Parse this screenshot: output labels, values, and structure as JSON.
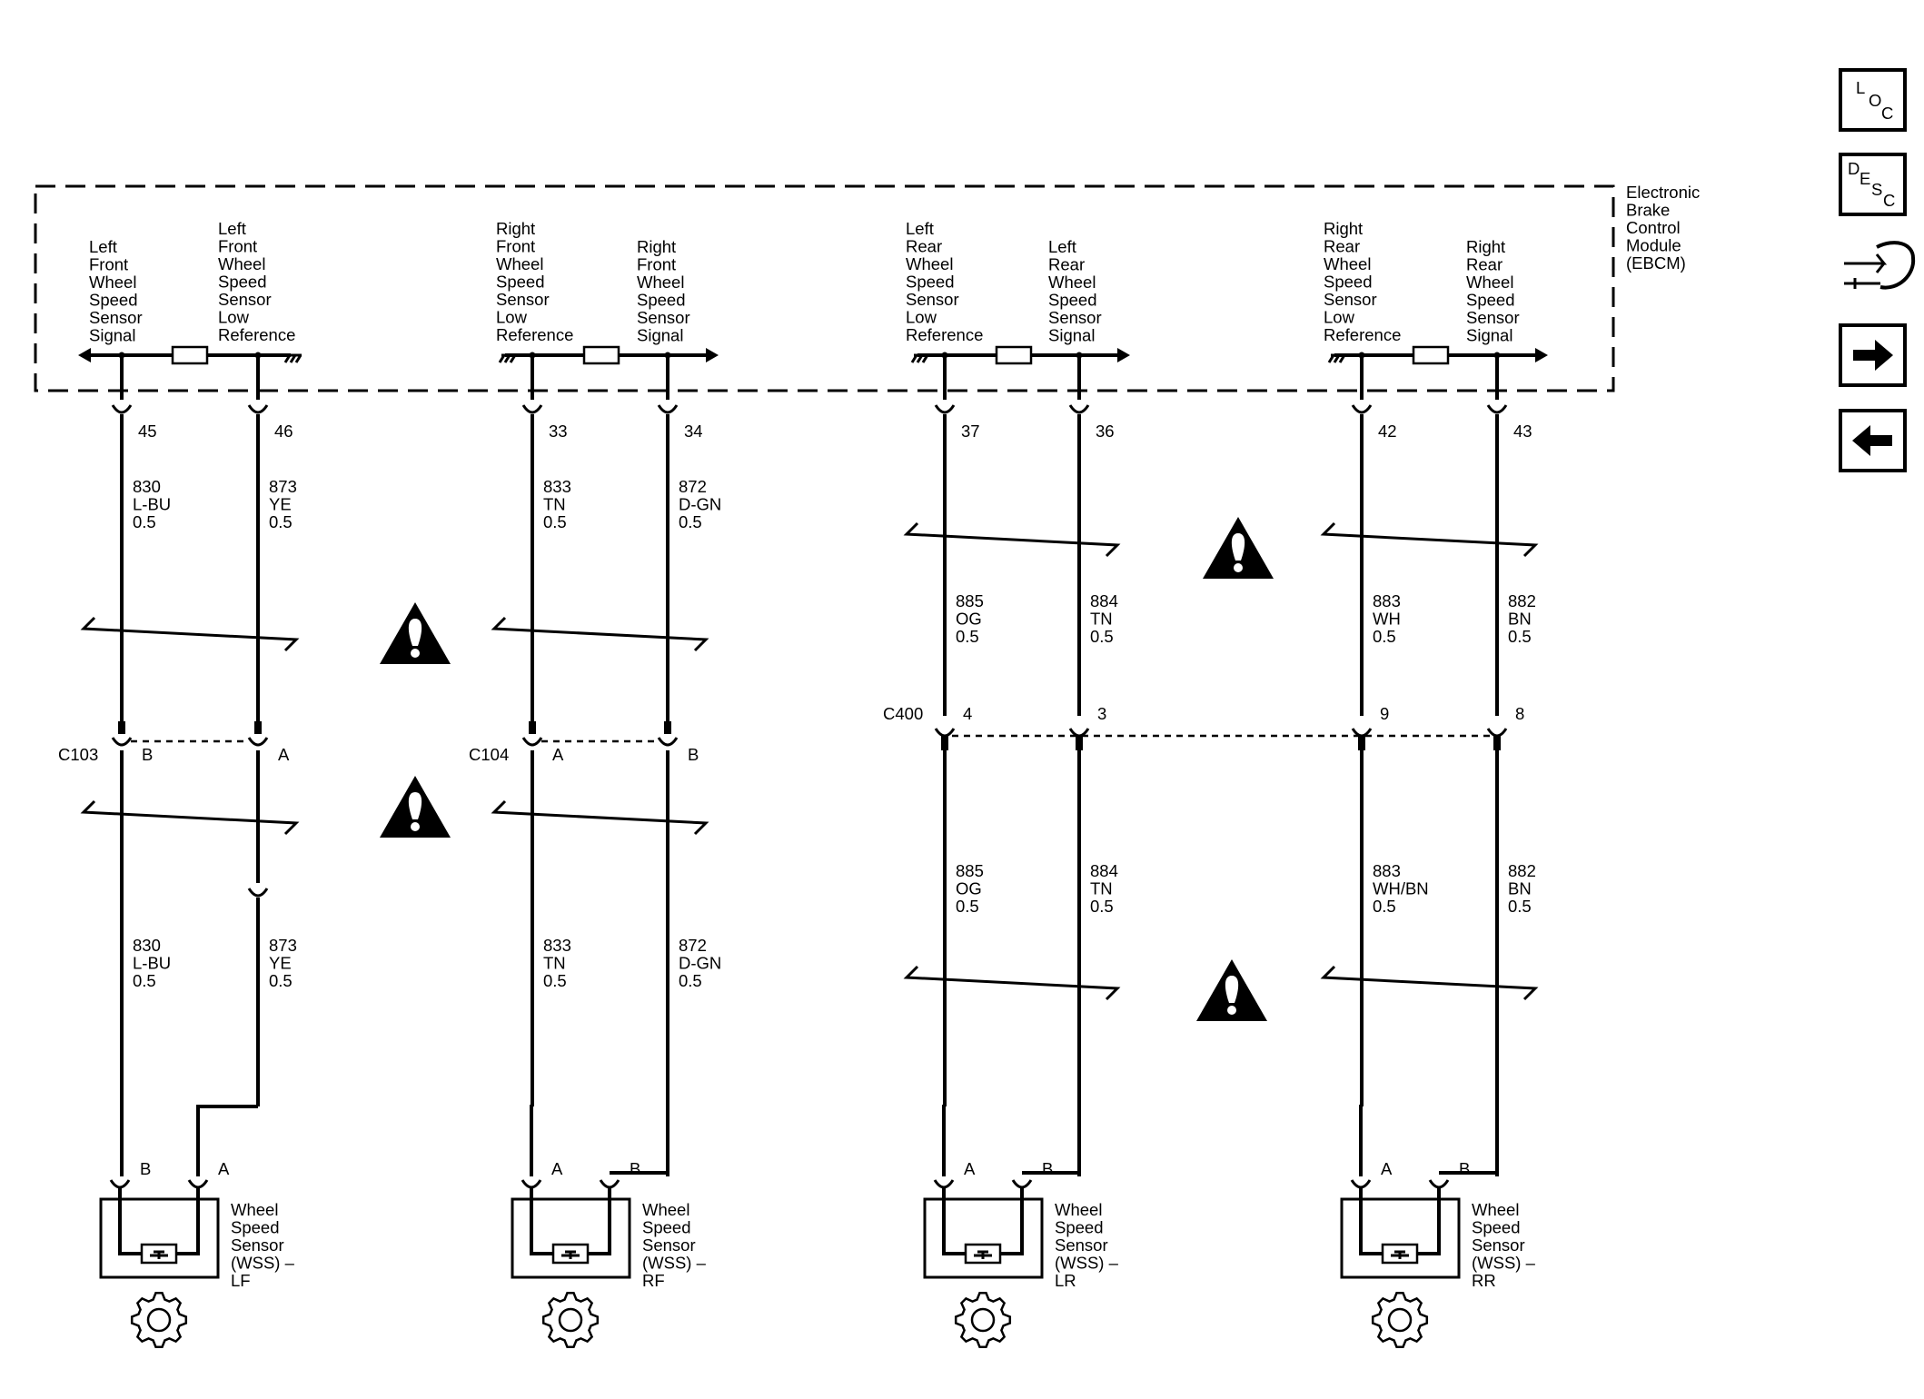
{
  "module": {
    "name_lines": [
      "Electronic",
      "Brake",
      "Control",
      "Module",
      "(EBCM)"
    ]
  },
  "circuits": [
    {
      "id": "lf",
      "signal_label": [
        "Left",
        "Front",
        "Wheel",
        "Speed",
        "Sensor",
        "Signal"
      ],
      "lowref_label": [
        "Left",
        "Front",
        "Wheel",
        "Speed",
        "Sensor",
        "Low",
        "Reference"
      ],
      "signal_pin": "45",
      "lowref_pin": "46",
      "signal_wire_upper": [
        "830",
        "L-BU",
        "0.5"
      ],
      "lowref_wire_upper": [
        "873",
        "YE",
        "0.5"
      ],
      "connector": "C103",
      "signal_conn_pin": "B",
      "lowref_conn_pin": "A",
      "signal_wire_lower": [
        "830",
        "L-BU",
        "0.5"
      ],
      "lowref_wire_lower": [
        "873",
        "YE",
        "0.5"
      ],
      "sensor_signal_pin": "B",
      "sensor_lowref_pin": "A",
      "sensor_label": [
        "Wheel",
        "Speed",
        "Sensor",
        "(WSS) –",
        "LF"
      ]
    },
    {
      "id": "rf",
      "signal_label": [
        "Right",
        "Front",
        "Wheel",
        "Speed",
        "Sensor",
        "Signal"
      ],
      "lowref_label": [
        "Right",
        "Front",
        "Wheel",
        "Speed",
        "Sensor",
        "Low",
        "Reference"
      ],
      "signal_pin": "34",
      "lowref_pin": "33",
      "signal_wire_upper": [
        "872",
        "D-GN",
        "0.5"
      ],
      "lowref_wire_upper": [
        "833",
        "TN",
        "0.5"
      ],
      "connector": "C104",
      "signal_conn_pin": "B",
      "lowref_conn_pin": "A",
      "signal_wire_lower": [
        "872",
        "D-GN",
        "0.5"
      ],
      "lowref_wire_lower": [
        "833",
        "TN",
        "0.5"
      ],
      "sensor_signal_pin": "B",
      "sensor_lowref_pin": "A",
      "sensor_label": [
        "Wheel",
        "Speed",
        "Sensor",
        "(WSS) –",
        "RF"
      ]
    },
    {
      "id": "lr",
      "signal_label": [
        "Left",
        "Rear",
        "Wheel",
        "Speed",
        "Sensor",
        "Signal"
      ],
      "lowref_label": [
        "Left",
        "Rear",
        "Wheel",
        "Speed",
        "Sensor",
        "Low",
        "Reference"
      ],
      "signal_pin": "36",
      "lowref_pin": "37",
      "signal_wire_upper": [
        "884",
        "TN",
        "0.5"
      ],
      "lowref_wire_upper": [
        "885",
        "OG",
        "0.5"
      ],
      "connector": "C400",
      "signal_conn_pin": "3",
      "lowref_conn_pin": "4",
      "signal_wire_lower": [
        "884",
        "TN",
        "0.5"
      ],
      "lowref_wire_lower": [
        "885",
        "OG",
        "0.5"
      ],
      "sensor_signal_pin": "B",
      "sensor_lowref_pin": "A",
      "sensor_label": [
        "Wheel",
        "Speed",
        "Sensor",
        "(WSS) –",
        "LR"
      ]
    },
    {
      "id": "rr",
      "signal_label": [
        "Right",
        "Rear",
        "Wheel",
        "Speed",
        "Sensor",
        "Signal"
      ],
      "lowref_label": [
        "Right",
        "Rear",
        "Wheel",
        "Speed",
        "Sensor",
        "Low",
        "Reference"
      ],
      "signal_pin": "43",
      "lowref_pin": "42",
      "signal_wire_upper": [
        "882",
        "BN",
        "0.5"
      ],
      "lowref_wire_upper": [
        "883",
        "WH",
        "0.5"
      ],
      "connector": "C400",
      "signal_conn_pin": "8",
      "lowref_conn_pin": "9",
      "signal_wire_lower": [
        "882",
        "BN",
        "0.5"
      ],
      "lowref_wire_lower": [
        "883",
        "WH/BN",
        "0.5"
      ],
      "sensor_signal_pin": "B",
      "sensor_lowref_pin": "A",
      "sensor_label": [
        "Wheel",
        "Speed",
        "Sensor",
        "(WSS) –",
        "RR"
      ]
    }
  ],
  "nav_buttons": [
    {
      "name": "loc-button",
      "glyph": "LOC"
    },
    {
      "name": "desc-button",
      "glyph": "DESC"
    },
    {
      "name": "hand-tool-button",
      "glyph": "hand-wrench-icon"
    },
    {
      "name": "next-button",
      "glyph": "arrow-right-icon"
    },
    {
      "name": "prev-button",
      "glyph": "arrow-left-icon"
    }
  ]
}
